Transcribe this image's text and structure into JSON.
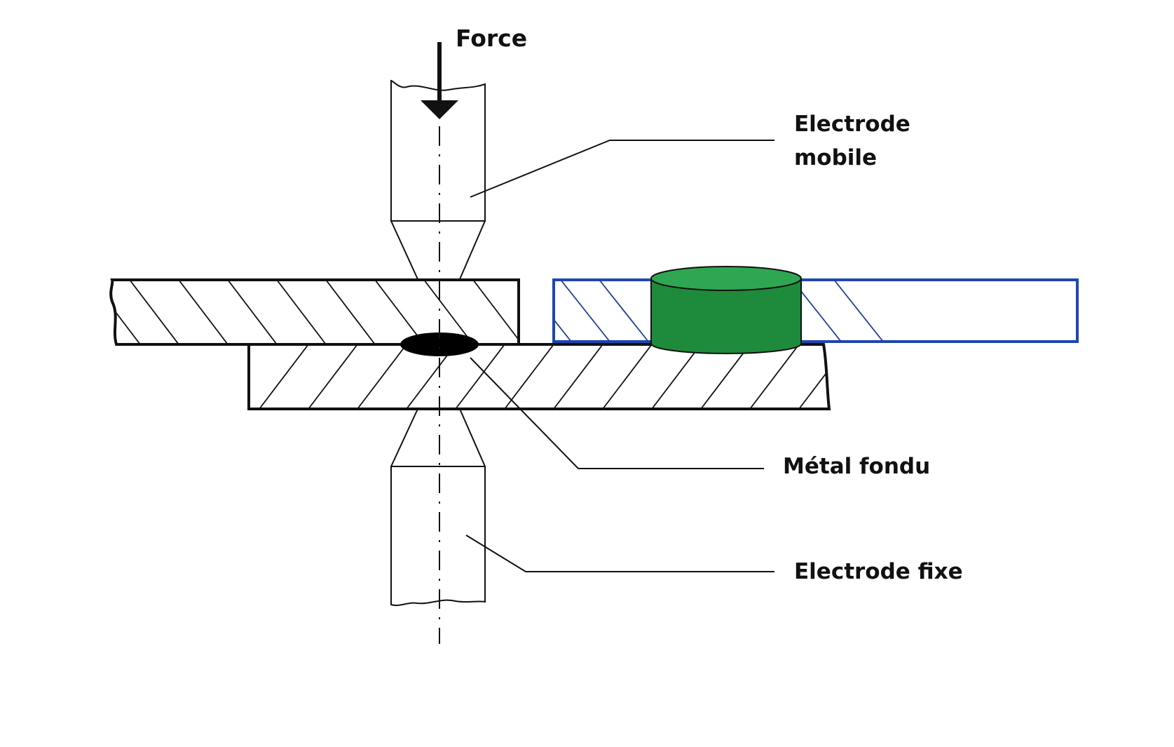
{
  "labels": {
    "force": "Force",
    "electrode_mobile_line1": "Electrode",
    "electrode_mobile_line2": "mobile",
    "metal_fondu": "Métal fondu",
    "electrode_fixe": "Electrode fixe"
  },
  "colors": {
    "outline": "#111111",
    "blue_sheet_outline": "#1f46b0",
    "green_nugget_fill": "#1e8a3c",
    "green_nugget_top": "#2fa651",
    "molten_metal": "#000000"
  }
}
